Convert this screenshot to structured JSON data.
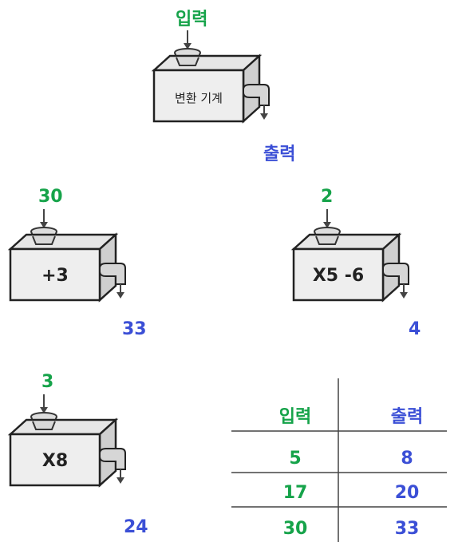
{
  "main_machine": {
    "input_label": "입력",
    "body_label": "변환 기계",
    "output_label": "출력"
  },
  "machines": [
    {
      "input": "30",
      "rule": "+3",
      "output": "33"
    },
    {
      "input": "2",
      "rule": "X5 -6",
      "output": "4"
    },
    {
      "input": "3",
      "rule": "X8",
      "output": "24"
    }
  ],
  "table": {
    "headers": [
      "입력",
      "출력"
    ],
    "rows": [
      [
        "5",
        "8"
      ],
      [
        "17",
        "20"
      ],
      [
        "30",
        "33"
      ]
    ]
  },
  "colors": {
    "input": "#16a34a",
    "output": "#3b4fd6"
  }
}
